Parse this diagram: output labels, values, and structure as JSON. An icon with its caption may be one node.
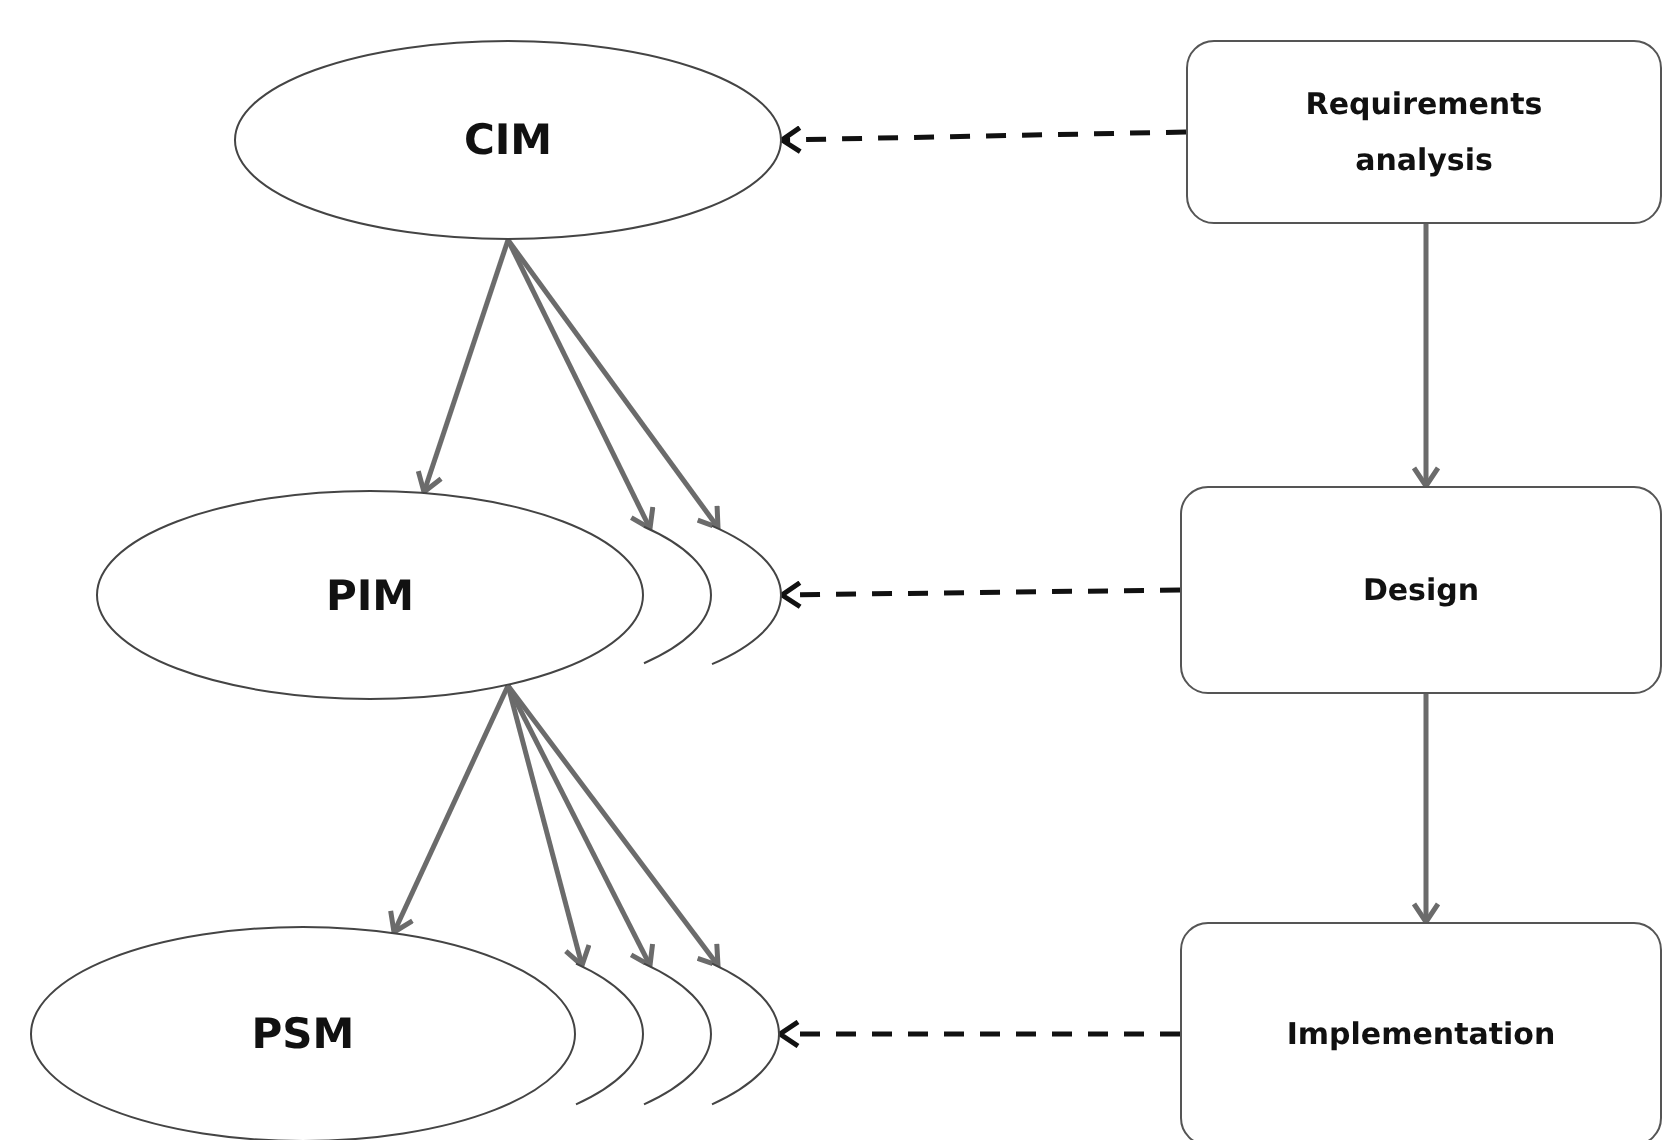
{
  "diagram": {
    "nodes": [
      {
        "text": [
          "CIM"
        ]
      },
      {
        "text": [
          "Requirements analysis"
        ]
      },
      {
        "text": [
          "PIM"
        ]
      },
      {
        "text": [],
        "shape": "ellipse"
      },
      {
        "text": [],
        "shape": "ellipse"
      },
      {
        "text": [
          "Design"
        ]
      },
      {
        "text": [
          "PSM"
        ]
      },
      {
        "text": [],
        "shape": "ellipse"
      },
      {
        "text": [],
        "shape": "ellipse"
      },
      {
        "text": [],
        "shape": "ellipse"
      },
      {
        "text": [
          "Implementation"
        ]
      }
    ],
    "edges": [
      {
        "from": 0,
        "to": 2,
        "arrow": "to"
      },
      {
        "from": 0,
        "to": 3,
        "arrow": "to"
      },
      {
        "from": 0,
        "to": 4,
        "arrow": "to"
      },
      {
        "from": 1,
        "to": 0,
        "arrow": "to",
        "style": "dashed",
        "color": "#111111"
      },
      {
        "from": 1,
        "to": 5,
        "arrow": "to"
      },
      {
        "from": 2,
        "to": 6,
        "arrow": "to"
      },
      {
        "from": 2,
        "to": 7,
        "arrow": "to"
      },
      {
        "from": 2,
        "to": 8,
        "arrow": "to"
      },
      {
        "from": 2,
        "to": 9,
        "arrow": "to"
      },
      {
        "from": 5,
        "to": 4,
        "arrow": "to",
        "style": "dashed",
        "color": "#111111"
      },
      {
        "from": 5,
        "to": 10,
        "arrow": "to"
      },
      {
        "from": 10,
        "to": 9,
        "arrow": "to",
        "style": "dashed",
        "color": "#111111"
      }
    ]
  }
}
